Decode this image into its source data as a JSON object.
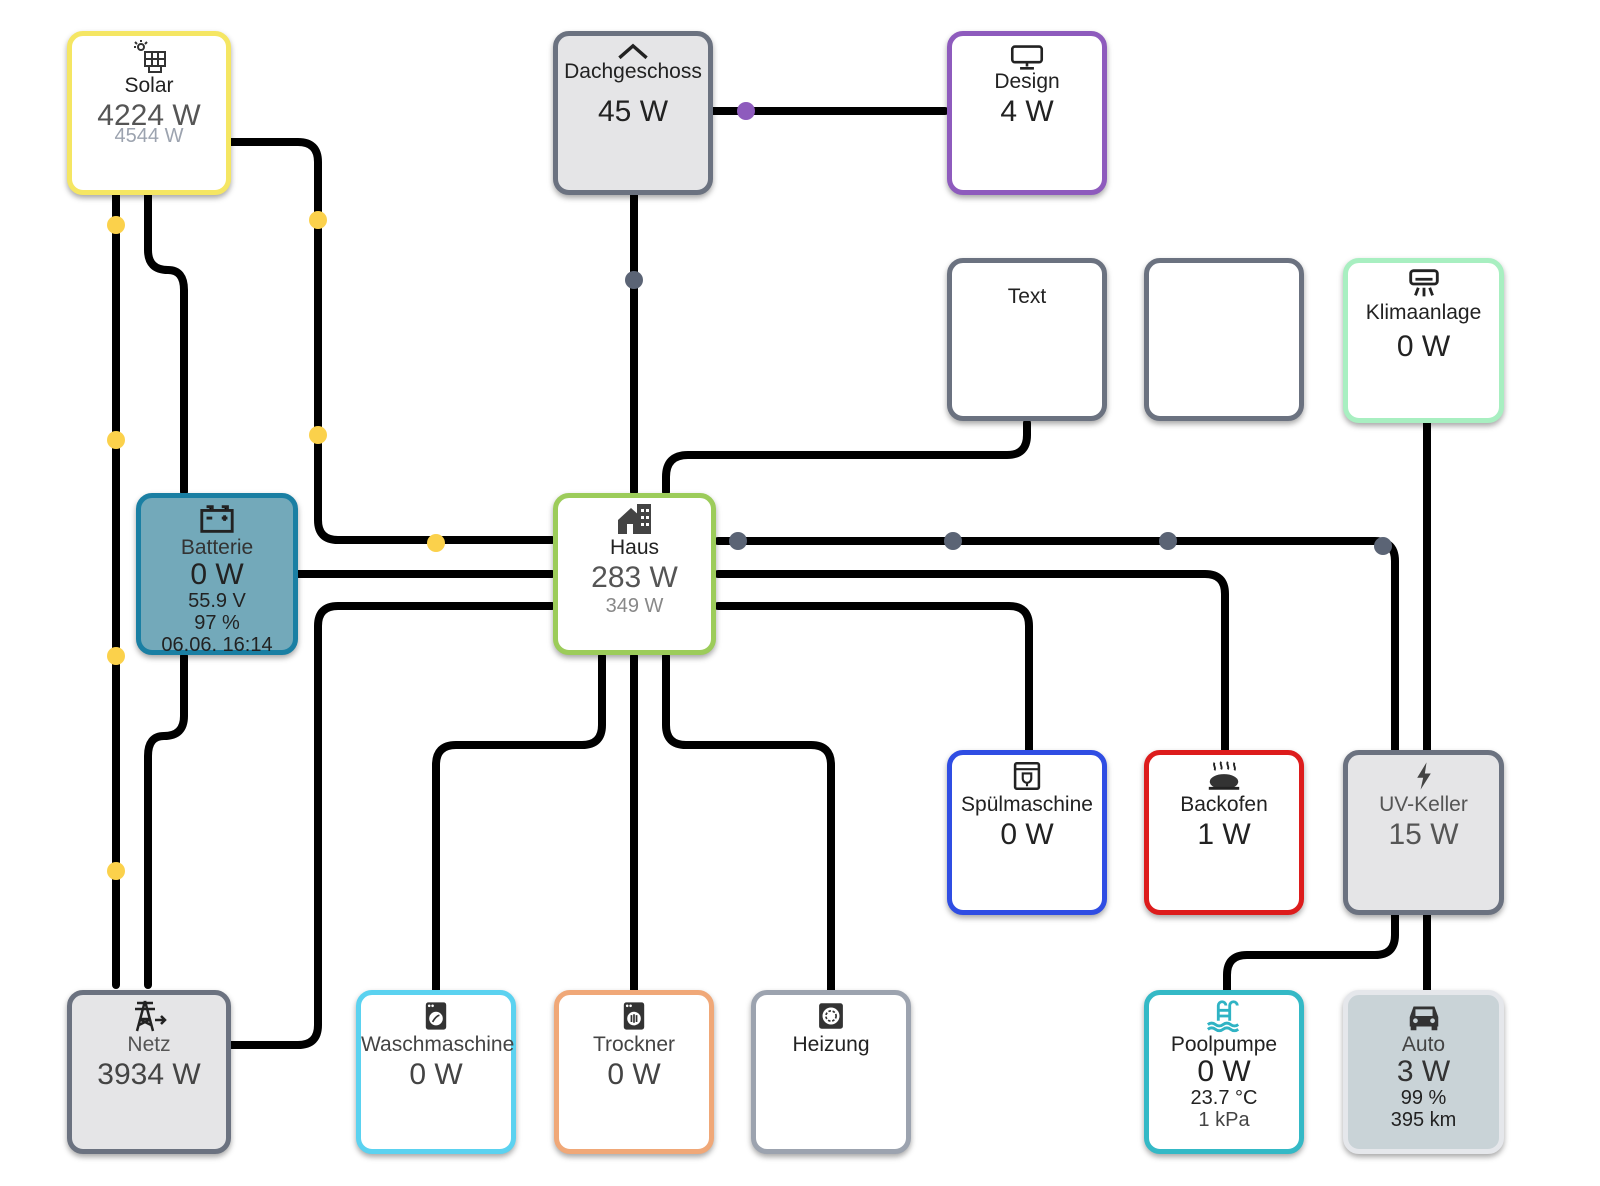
{
  "colors": {
    "line": "#000000",
    "solar": "#f5e663",
    "solar_dot": "#fbd14b",
    "grid_dot": "#5b6475",
    "design": "#8e5bbd",
    "battery_bg": "#73a9ba",
    "battery_border": "#1a7fa3",
    "home": "#9ccc5a",
    "gray_border": "#6b7280",
    "klima": "#a8efc1",
    "spuel": "#2f4de3",
    "backofen": "#dd1c1c",
    "wasch": "#5bd2f0",
    "trockner": "#f0a878",
    "heizung": "#9ca3af",
    "pool": "#34b9c6",
    "auto_bg": "#c9d3d7",
    "auto_border": "#e5e7eb"
  },
  "nodes": {
    "solar": {
      "icon": "solar-panel-icon",
      "name": "Solar",
      "power": "4224 W",
      "secondary": "4544 W"
    },
    "dachgeschoss": {
      "icon": "roof-icon",
      "name": "Dachgeschoss",
      "power": "45 W"
    },
    "design": {
      "icon": "monitor-icon",
      "name": "Design",
      "power": "4 W"
    },
    "text": {
      "name": "Text"
    },
    "empty": {},
    "klimaanlage": {
      "icon": "air-conditioner-icon",
      "name": "Klimaanlage",
      "power": "0 W"
    },
    "batterie": {
      "icon": "battery-icon",
      "name": "Batterie",
      "power": "0 W",
      "voltage": "55.9 V",
      "soc": "97 %",
      "time": "06.06. 16:14"
    },
    "haus": {
      "icon": "home-icon",
      "name": "Haus",
      "power": "283 W",
      "secondary": "349 W"
    },
    "spuelmaschine": {
      "icon": "dishwasher-icon",
      "name": "Spülmaschine",
      "power": "0 W"
    },
    "backofen": {
      "icon": "oven-icon",
      "name": "Backofen",
      "power": "1 W"
    },
    "uvkeller": {
      "icon": "lightning-icon",
      "name": "UV-Keller",
      "power": "15 W"
    },
    "netz": {
      "icon": "transmission-tower-icon",
      "name": "Netz",
      "power": "3934 W"
    },
    "waschmaschine": {
      "icon": "washing-machine-icon",
      "name": "Waschmaschine",
      "power": "0 W"
    },
    "trockner": {
      "icon": "dryer-icon",
      "name": "Trockner",
      "power": "0 W"
    },
    "heizung": {
      "icon": "heater-icon",
      "name": "Heizung"
    },
    "poolpumpe": {
      "icon": "pool-icon",
      "name": "Poolpumpe",
      "power": "0 W",
      "temp": "23.7 °C",
      "pressure": "1 kPa"
    },
    "auto": {
      "icon": "car-icon",
      "name": "Auto",
      "power": "3 W",
      "soc": "99 %",
      "range": "395 km"
    }
  }
}
